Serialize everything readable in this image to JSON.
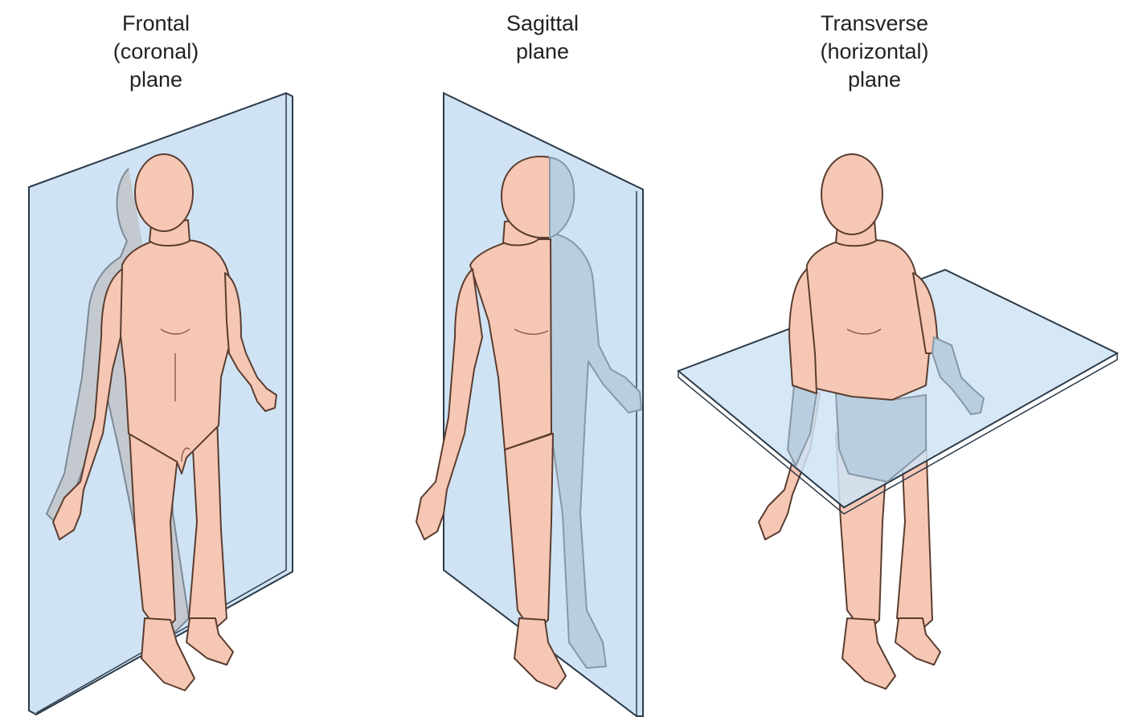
{
  "colors": {
    "plane_fill": "#cfe3f4",
    "plane_edge": "#2b3a48",
    "skin_fill": "#f6c7b4",
    "skin_shadow": "#eeb299",
    "skin_outline": "#5a3d30",
    "ghost_fill": "#b9cfe0"
  },
  "planes": [
    {
      "id": "frontal",
      "label_lines": [
        "Frontal",
        "(coronal)",
        "plane"
      ]
    },
    {
      "id": "sagittal",
      "label_lines": [
        "Sagittal",
        "plane"
      ]
    },
    {
      "id": "transverse",
      "label_lines": [
        "Transverse",
        "(horizontal)",
        "plane"
      ]
    }
  ]
}
